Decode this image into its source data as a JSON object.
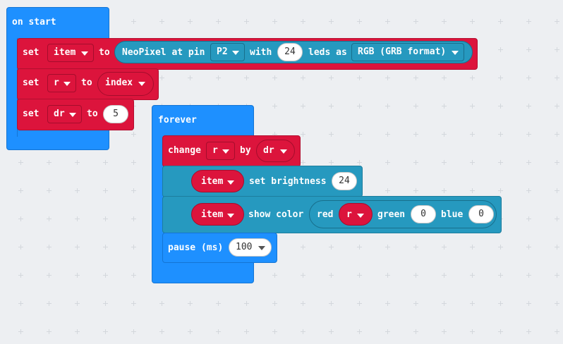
{
  "on_start": {
    "header": "on start",
    "line1": {
      "set": "set",
      "var": "item",
      "to": "to",
      "func": "NeoPixel at pin",
      "pin": "P2",
      "with": "with",
      "leds_count": "24",
      "leds_as": "leds as",
      "format": "RGB (GRB format)"
    },
    "line2": {
      "set": "set",
      "var": "r",
      "to": "to",
      "value": "index"
    },
    "line3": {
      "set": "set",
      "var": "dr",
      "to": "to",
      "value": "5"
    }
  },
  "forever": {
    "header": "forever",
    "change": {
      "label": "change",
      "var": "r",
      "by": "by",
      "value": "dr"
    },
    "brightness": {
      "var": "item",
      "label": "set brightness",
      "value": "24"
    },
    "show_color": {
      "var": "item",
      "label": "show color",
      "red": "red",
      "red_value": "r",
      "green": "green",
      "green_value": "0",
      "blue": "blue",
      "blue_value": "0"
    },
    "pause": {
      "label": "pause (ms)",
      "value": "100"
    }
  },
  "colors": {
    "events": "#1e90ff",
    "variables": "#dc143c",
    "neopixel": "#2699bf",
    "workspace": "#edeff2"
  }
}
